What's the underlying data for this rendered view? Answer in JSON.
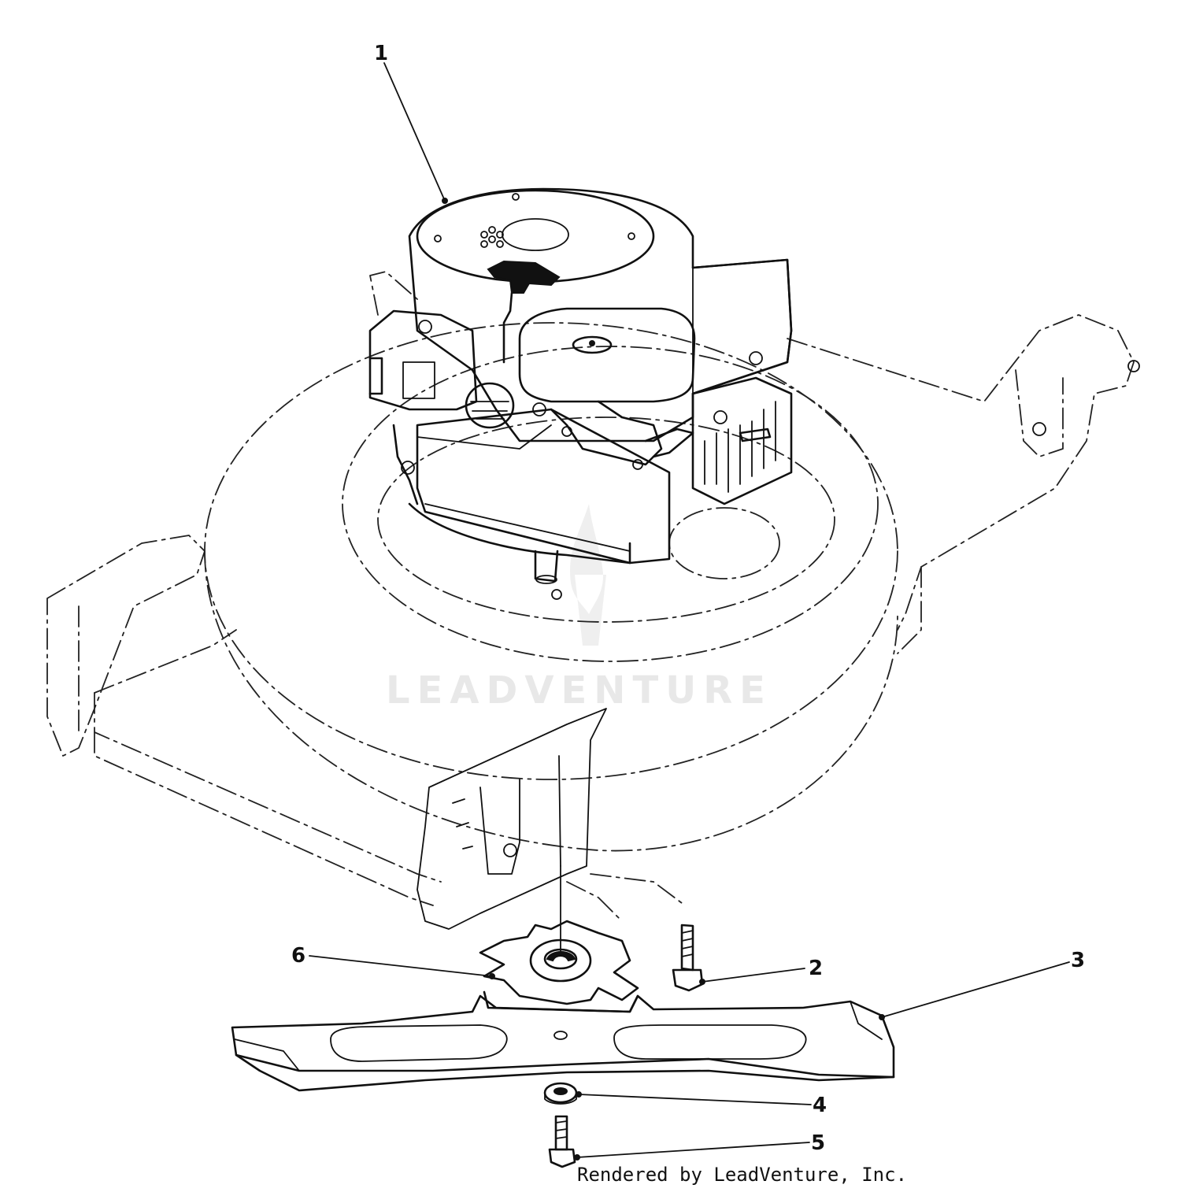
{
  "diagram": {
    "callouts": [
      {
        "id": "1",
        "label": "1"
      },
      {
        "id": "2",
        "label": "2"
      },
      {
        "id": "3",
        "label": "3"
      },
      {
        "id": "4",
        "label": "4"
      },
      {
        "id": "5",
        "label": "5"
      },
      {
        "id": "6",
        "label": "6"
      }
    ],
    "watermark": "LEADVENTURE",
    "footer": "Rendered by LeadVenture, Inc."
  },
  "colors": {
    "ink": "#111111",
    "watermark": "#e8e8e8",
    "background": "#ffffff"
  }
}
